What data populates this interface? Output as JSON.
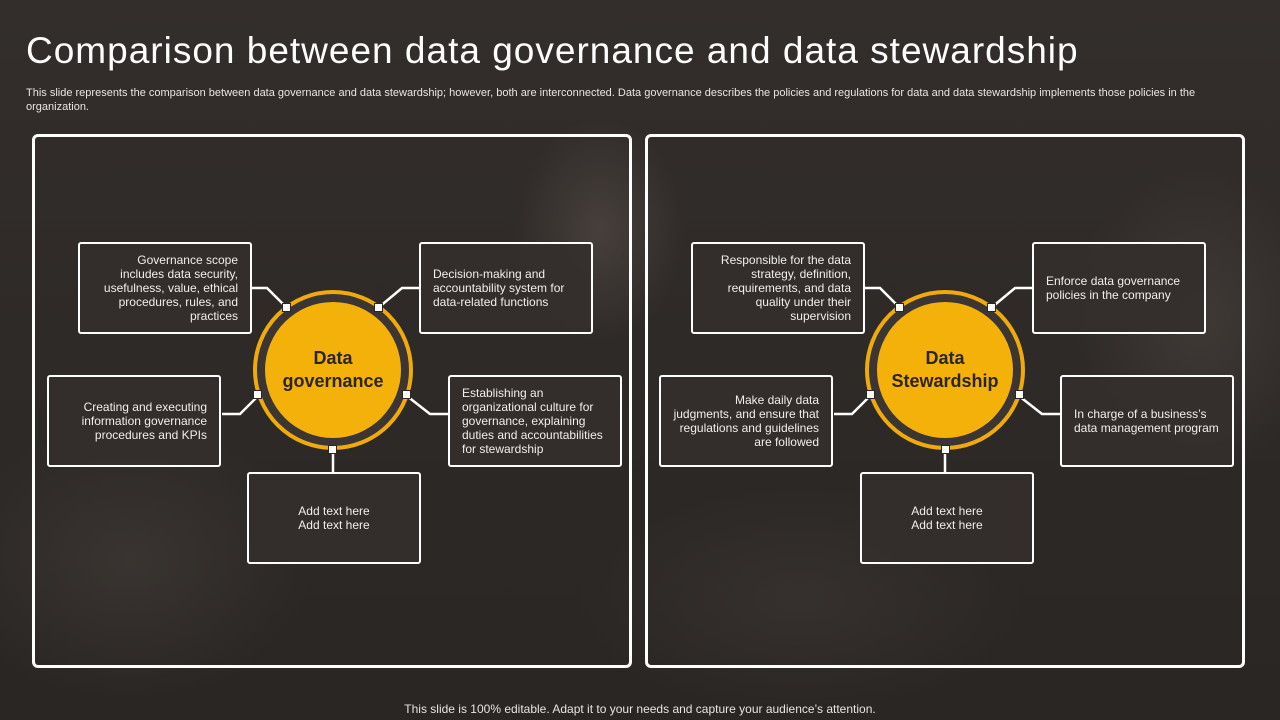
{
  "slide": {
    "title": "Comparison between data governance and data stewardship",
    "subtitle": "This slide represents the comparison between data governance and data stewardship; however, both are interconnected. Data governance describes the policies and regulations for data and data stewardship implements those policies in the organization.",
    "footer": "This slide is 100% editable. Adapt it to your needs and capture your audience’s attention."
  },
  "colors": {
    "accent": "#f4b10a",
    "ring": "#f0ab0a",
    "background": "#2f2b2a",
    "border": "#ffffff"
  },
  "governance": {
    "center_label": "Data governance",
    "top_left": "Governance scope includes data security, usefulness, value, ethical procedures, rules, and practices",
    "top_right": "Decision-making and accountability system for data-related functions",
    "mid_left": "Creating and executing information governance procedures and KPIs",
    "mid_right": "Establishing an organizational culture for governance, explaining duties and accountabilities for stewardship",
    "bottom": "Add text here\nAdd text here"
  },
  "stewardship": {
    "center_label": "Data Stewardship",
    "top_left": "Responsible for the data strategy, definition, requirements, and data quality under their supervision",
    "top_right": "Enforce data governance policies in the company",
    "mid_left": "Make daily data judgments, and ensure that regulations and guidelines are followed",
    "mid_right": "In charge of a business’s data management program",
    "bottom": "Add text here\nAdd text here"
  }
}
